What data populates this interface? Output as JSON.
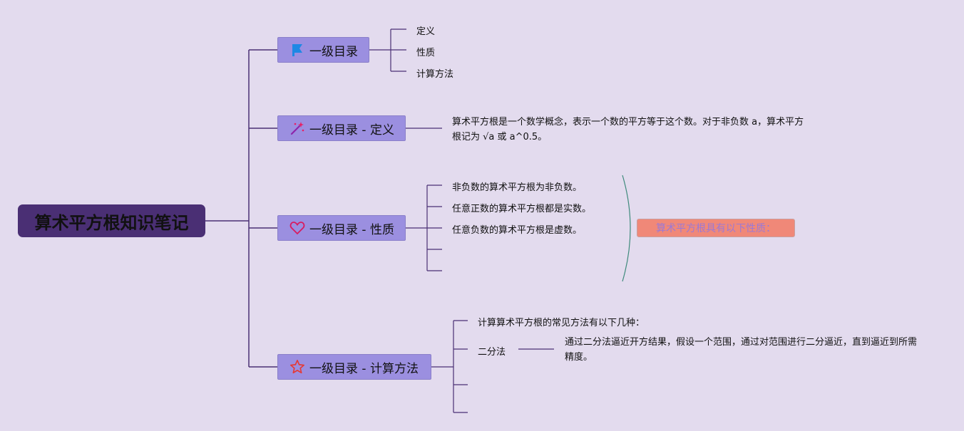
{
  "root": {
    "title": "算术平方根知识笔记"
  },
  "topics": [
    {
      "label": "一级目录",
      "icon": "blue-flag-icon",
      "children": [
        "定义",
        "性质",
        "计算方法"
      ]
    },
    {
      "label": "一级目录 - 定义",
      "icon": "magic-wand-icon",
      "text": "算术平方根是一个数学概念，表示一个数的平方等于这个数。对于非负数 a，算术平方根记为 √a 或 a^0.5。"
    },
    {
      "label": "一级目录 - 性质",
      "icon": "heart-icon",
      "children": [
        "非负数的算术平方根为非负数。",
        "任意正数的算术平方根都是实数。",
        "任意负数的算术平方根是虚数。"
      ],
      "summary": "算术平方根具有以下性质："
    },
    {
      "label": "一级目录 - 计算方法",
      "icon": "star-icon",
      "intro": "计算算术平方根的常见方法有以下几种：",
      "method": {
        "name": "二分法",
        "description": "通过二分法逼近开方结果，假设一个范围，通过对范围进行二分逼近，直到逼近到所需精度。"
      }
    }
  ],
  "colors": {
    "background": "#e3dbee",
    "root": "#4a2f74",
    "topic": "#9b8fe0",
    "summary": "#f08878",
    "line": "#4a2f74"
  }
}
